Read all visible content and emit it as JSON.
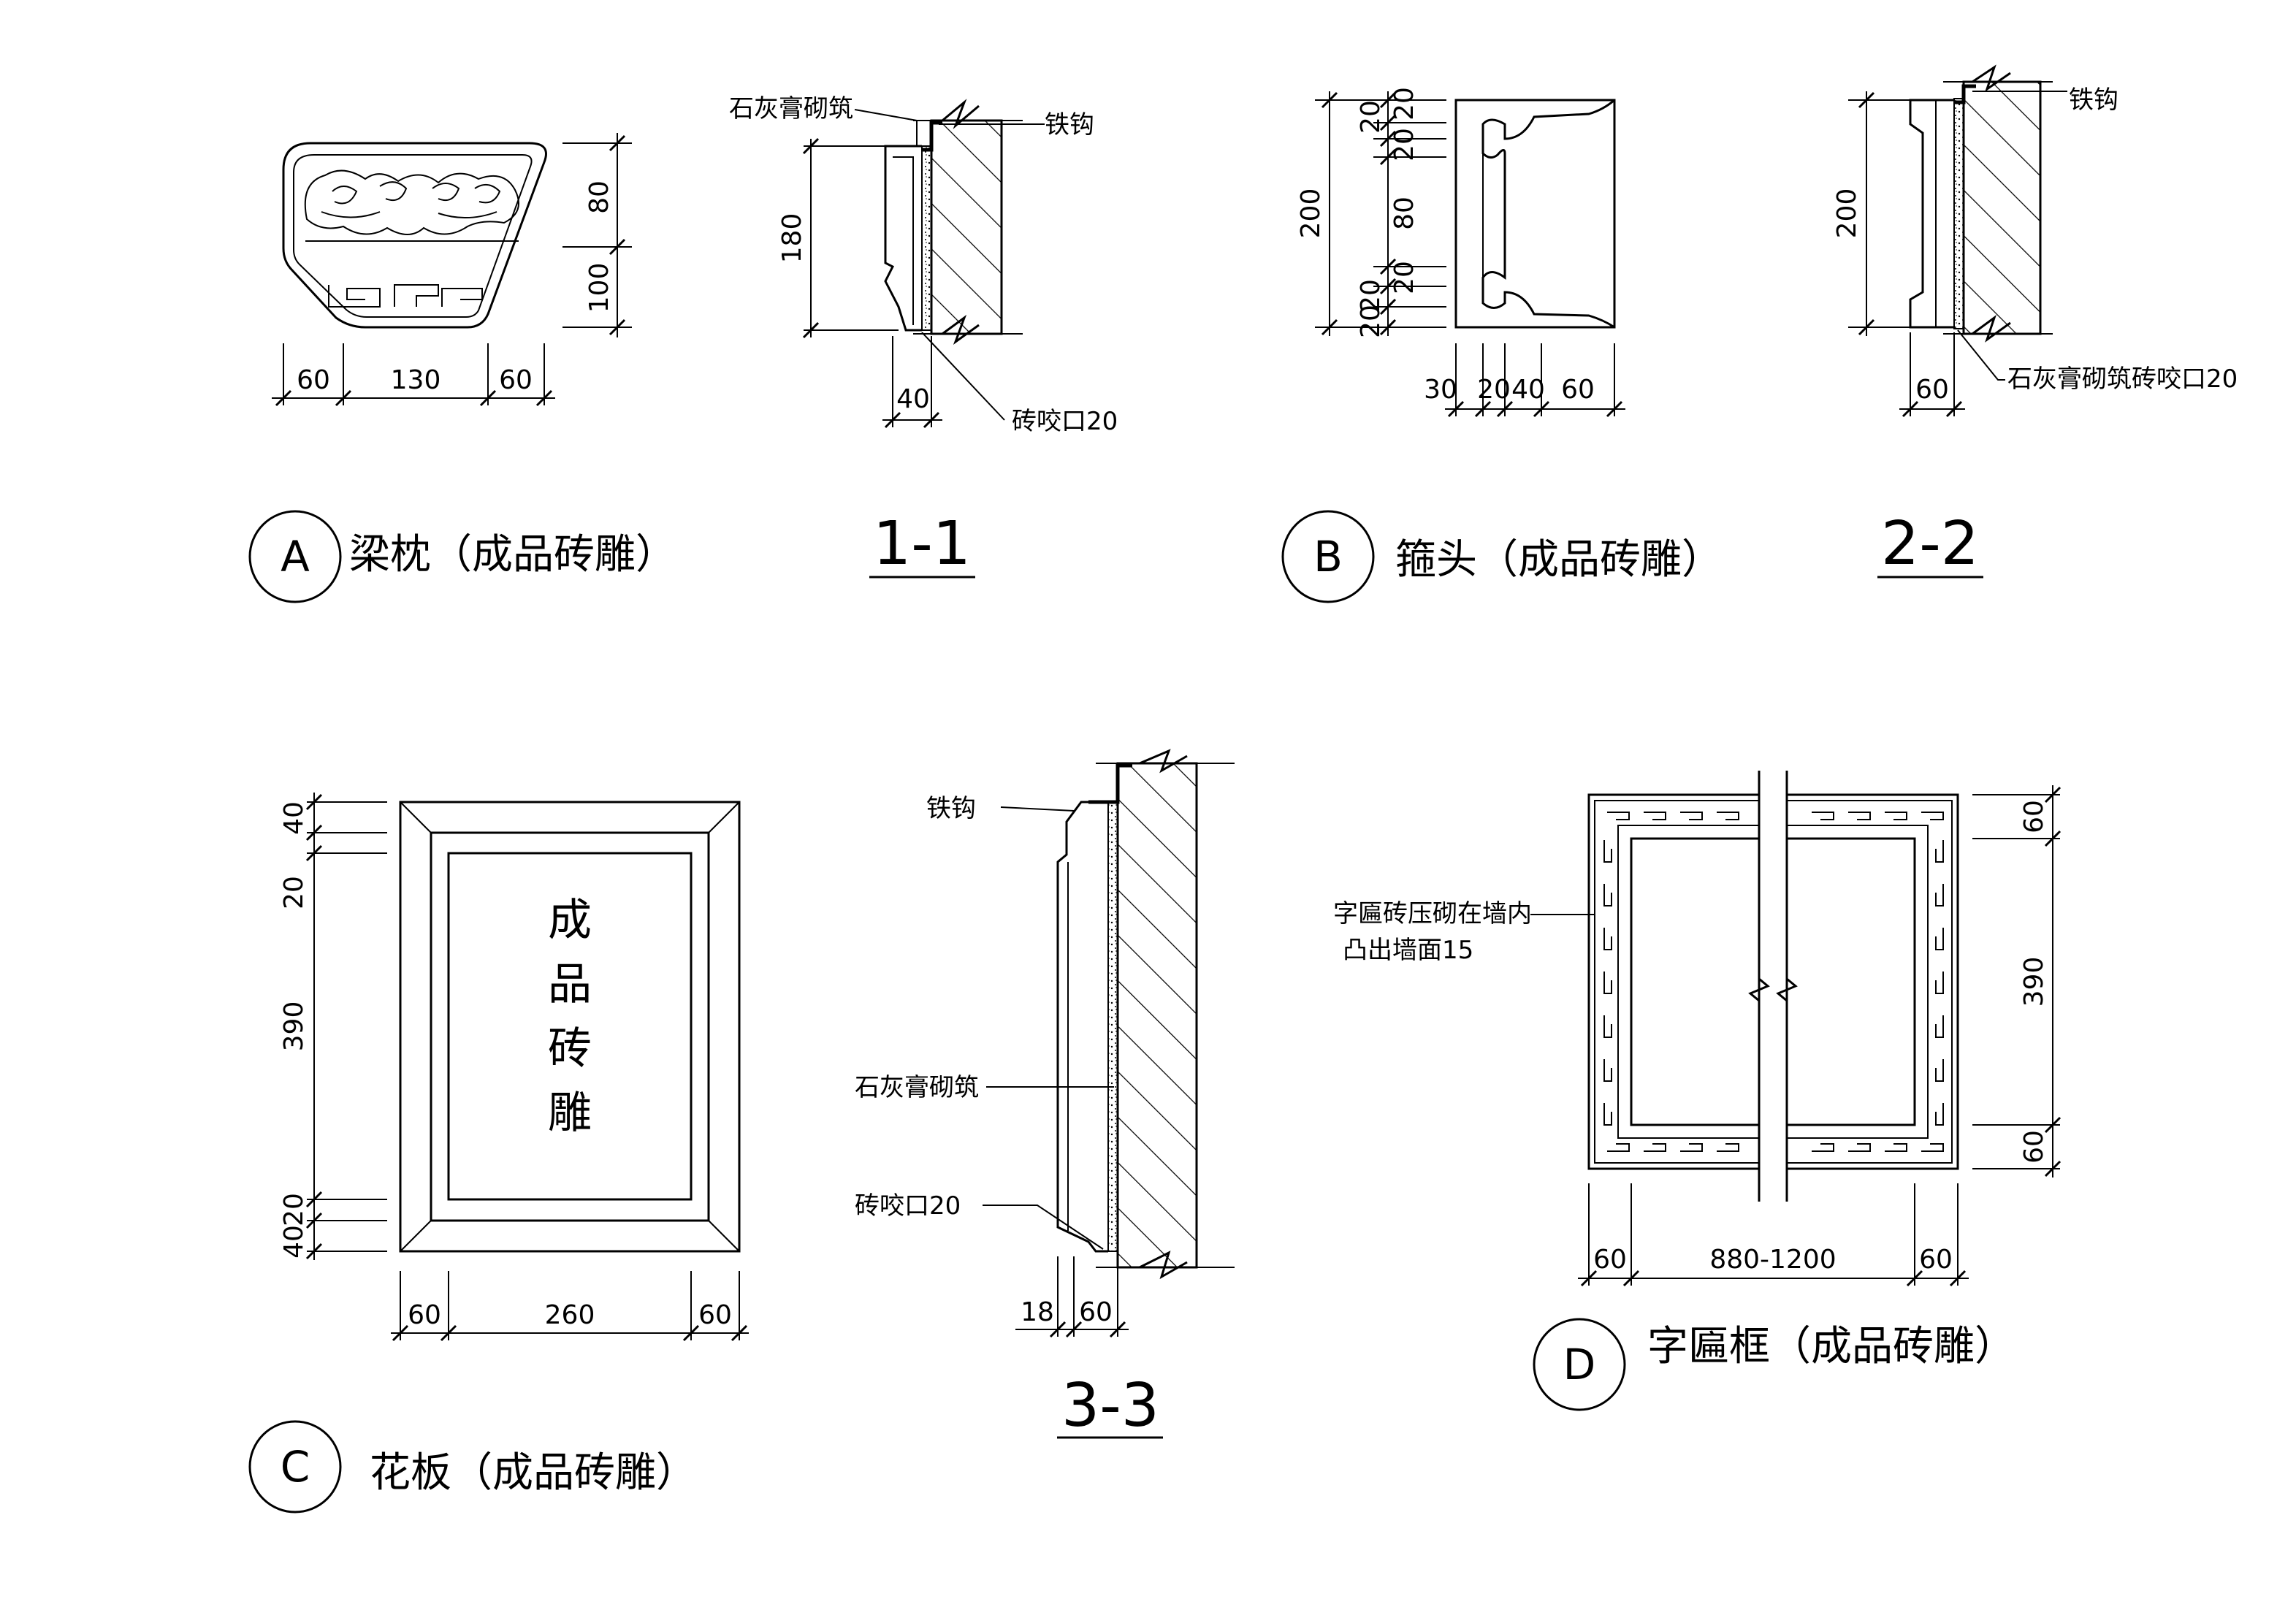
{
  "details": {
    "A": {
      "mark": "A",
      "title": "梁枕（成品砖雕）",
      "dims": {
        "h1": "80",
        "h2": "100",
        "w1": "60",
        "w2": "130",
        "w3": "60"
      }
    },
    "B": {
      "mark": "B",
      "title": "箍头（成品砖雕）",
      "dims": {
        "total": "200",
        "v1": "20",
        "v2": "20",
        "v3": "20",
        "v4": "80",
        "v5": "20",
        "v6": "20",
        "v7": "20",
        "w1": "30",
        "w2": "20",
        "w3": "40",
        "w4": "60"
      }
    },
    "C": {
      "mark": "C",
      "title": "花板（成品砖雕）",
      "panel_text": [
        "成",
        "品",
        "砖",
        "雕"
      ],
      "dims": {
        "v1": "40",
        "v2": "20",
        "v3": "390",
        "v4": "40",
        "v5": "20",
        "w1": "60",
        "w2": "260",
        "w3": "60"
      }
    },
    "D": {
      "mark": "D",
      "title": "字匾框（成品砖雕）",
      "note_line1": "字匾砖压砌在墙内",
      "note_line2": "凸出墙面15",
      "dims": {
        "v1": "60",
        "v2": "390",
        "v3": "60",
        "w1": "60",
        "w2": "880-1200",
        "w3": "60"
      }
    }
  },
  "sections": {
    "s11": {
      "title": "1-1",
      "label_mortar": "石灰膏砌筑",
      "label_hook": "铁钩",
      "label_joint": "砖咬口20",
      "dims": {
        "height": "180",
        "depth": "40"
      }
    },
    "s22": {
      "title": "2-2",
      "label_hook": "铁钩",
      "label_mortar_joint": "石灰膏砌筑砖咬口20",
      "dims": {
        "height": "200",
        "depth": "60"
      }
    },
    "s33": {
      "title": "3-3",
      "label_hook": "铁钩",
      "label_mortar": "石灰膏砌筑",
      "label_joint": "砖咬口20",
      "dims": {
        "d1": "18",
        "d2": "60"
      }
    }
  }
}
